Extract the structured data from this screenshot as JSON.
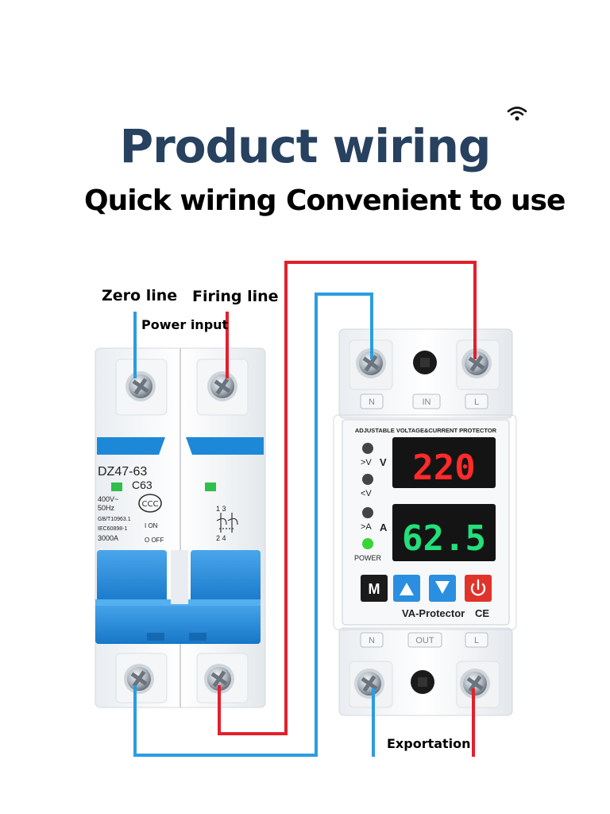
{
  "header": {
    "title": "Product wiring",
    "subtitle_left": "Quick wiring",
    "subtitle_right": "Convenient to use"
  },
  "labels": {
    "zero_line": "Zero line",
    "firing_line": "Firing line",
    "power_input": "Power input",
    "exportation": "Exportation"
  },
  "breaker": {
    "model": "DZ47-63",
    "rating": "C63",
    "spec_lines": [
      "400V~",
      "50Hz",
      "GB/T10963.1",
      "IEC60898-1",
      "3000A"
    ],
    "on_label": "I ON",
    "off_label": "O OFF",
    "pole_top": "1 3",
    "pole_bottom": "2 4"
  },
  "protector": {
    "header_text": "ADJUSTABLE VOLTAGE&CURRENT PROTECTOR",
    "top_terminals": [
      "N",
      "IN",
      "L"
    ],
    "bottom_terminals": [
      "N",
      "OUT",
      "L"
    ],
    "indicators": [
      ">V",
      "<V",
      ">A",
      "POWER"
    ],
    "unit_voltage": "V",
    "unit_current": "A",
    "voltage_display": "220",
    "current_display": "62.5",
    "button_m": "M",
    "brand": "VA-Protector",
    "ce_mark": "CE"
  },
  "colors": {
    "title": "#27415f",
    "wire_red": "#e2202c",
    "wire_blue": "#2b9de0",
    "breaker_blue": "#1e88d8",
    "voltage_led": "#ff2a2a",
    "current_led": "#22e07a",
    "power_led": "#37d43a",
    "power_button": "#e0332a",
    "arrow_button": "#2a8fe0"
  },
  "icons": [
    "wifi-icon",
    "screw-icon",
    "up-arrow-icon",
    "down-arrow-icon",
    "power-icon"
  ]
}
